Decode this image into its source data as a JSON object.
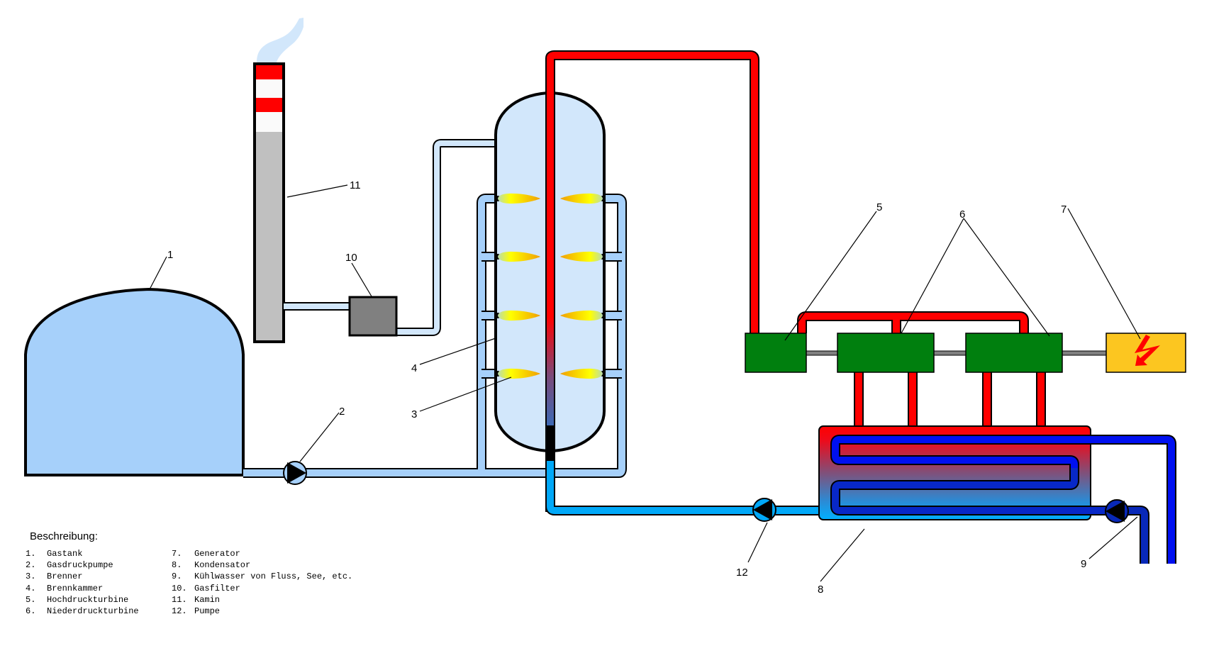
{
  "title": "Gaskraftwerk Schema",
  "colors": {
    "gas_light": "#a6d0fa",
    "gas_lighter": "#d2e7fb",
    "steam_red": "#ff0000",
    "water_blue": "#00a8f8",
    "cooling_blue": "#0010f0",
    "cooling_dark": "#0828b8",
    "turbine_green": "#007f0e",
    "generator_yellow": "#fcc620",
    "filter_gray": "#808080",
    "chimney_gray": "#c0c0c0",
    "shaft_gray": "#808080"
  },
  "callouts": {
    "c1": "1",
    "c2": "2",
    "c3": "3",
    "c4": "4",
    "c5": "5",
    "c6": "6",
    "c7": "7",
    "c8": "8",
    "c9": "9",
    "c10": "10",
    "c11": "11",
    "c12": "12"
  },
  "icons": {
    "generator": "lightning-bolt-icon",
    "pump": "pump-triangle-icon",
    "burner": "flame-icon",
    "smoke": "smoke-plume-icon"
  },
  "legend": {
    "title": "Beschreibung:",
    "items": [
      {
        "num": "1.",
        "label": "Gastank"
      },
      {
        "num": "2.",
        "label": "Gasdruckpumpe"
      },
      {
        "num": "3.",
        "label": "Brenner"
      },
      {
        "num": "4.",
        "label": "Brennkammer"
      },
      {
        "num": "5.",
        "label": "Hochdruckturbine"
      },
      {
        "num": "6.",
        "label": "Niederdruckturbine"
      },
      {
        "num": "7.",
        "label": "Generator"
      },
      {
        "num": "8.",
        "label": "Kondensator"
      },
      {
        "num": "9.",
        "label": "Kühlwasser von Fluss, See, etc."
      },
      {
        "num": "10.",
        "label": "Gasfilter"
      },
      {
        "num": "11.",
        "label": "Kamin"
      },
      {
        "num": "12.",
        "label": "Pumpe"
      }
    ]
  }
}
